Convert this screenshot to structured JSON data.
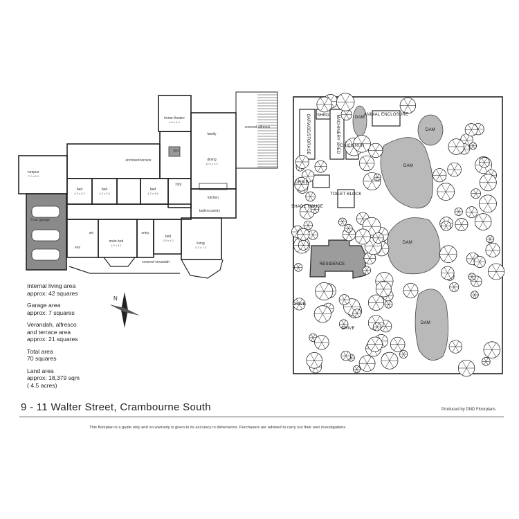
{
  "floorplan": {
    "rooms": [
      {
        "name": "home theatre",
        "dims": "4.4 x 4.4"
      },
      {
        "name": "family",
        "dims": ""
      },
      {
        "name": "dining",
        "dims": "12.0 x 4.2"
      },
      {
        "name": "covered alfresco",
        "dims": ""
      },
      {
        "name": "spa",
        "dims": ""
      },
      {
        "name": "enclosed terrace",
        "dims": ""
      },
      {
        "name": "rumpus",
        "dims": "7.2 x 5.3"
      },
      {
        "name": "bed",
        "dims": "4.2 x 3.2"
      },
      {
        "name": "bed",
        "dims": "4.2 x 3.6"
      },
      {
        "name": "bed",
        "dims": "4.2 x 3.6"
      },
      {
        "name": "l'dry",
        "dims": ""
      },
      {
        "name": "kitchen",
        "dims": ""
      },
      {
        "name": "butlers pantry",
        "dims": ""
      },
      {
        "name": "3 car garage",
        "dims": ""
      },
      {
        "name": "main bed",
        "dims": "4.2 x 5.1"
      },
      {
        "name": "entry",
        "dims": ""
      },
      {
        "name": "bed",
        "dims": "3.3 x 4.2"
      },
      {
        "name": "living",
        "dims": "5.3 x 7.4"
      },
      {
        "name": "covered verandah",
        "dims": ""
      },
      {
        "name": "ens",
        "dims": ""
      },
      {
        "name": "wir",
        "dims": ""
      }
    ]
  },
  "site": {
    "labels": {
      "garage_storage": "GARAGE/STORAGE",
      "shed": "SHED",
      "machinery_shed": "MACHINERY SHED",
      "dam": "DAM",
      "animal_enclosure": "ANIMAL ENCLOSURE",
      "chick_run": "CHICK RUN",
      "drive": "DRIVE",
      "toilet_block": "TOILET BLOCK",
      "shade_house": "SHADE HOUSE",
      "residence": "RESIDENCE"
    }
  },
  "stats": {
    "internal_label": "Internal living area",
    "internal_value": "approx: 42 squares",
    "garage_label": "Garage area",
    "garage_value": "approx: 7 squares",
    "verandah_label_1": "Verandah, alfresco",
    "verandah_label_2": "and terrace area",
    "verandah_value": "approx: 21 squares",
    "total_label": "Total area",
    "total_value": "70 squares",
    "land_label": "Land area",
    "land_value": "approx: 18,379 sqm",
    "land_acres": "( 4.5 acres)"
  },
  "footer": {
    "address": "9 - 11 Walter Street, Crambourne South",
    "producer": "Produced by DND Floorplans",
    "disclaimer": "This floorplan is a guide only and no warranty is given to  its accuracy in dimensions.  Purchasers are advised to carry out their own investigations"
  },
  "colors": {
    "wall": "#222222",
    "garage_fill": "#8a8a8a",
    "dam_fill": "#b9b9b9",
    "building_fill": "#9c9c9c",
    "tree_stroke": "#111111"
  }
}
